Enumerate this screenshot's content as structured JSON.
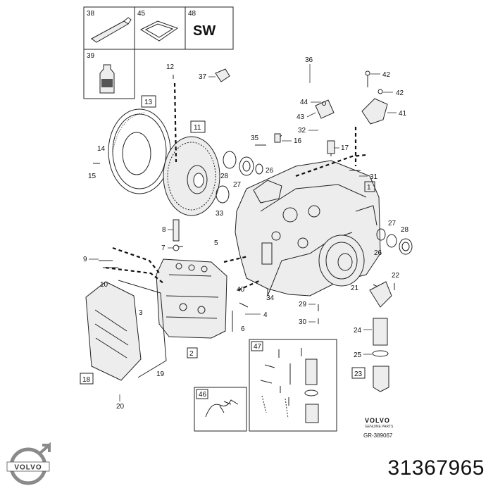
{
  "inset_boxes": {
    "top_left": [
      "38",
      "45",
      "48",
      "39"
    ],
    "sw_text": "SW",
    "box_47": "47",
    "box_46": "46"
  },
  "callouts": {
    "c1": "1",
    "c2": "2",
    "c3": "3",
    "c4": "4",
    "c5": "5",
    "c6": "6",
    "c7": "7",
    "c8": "8",
    "c9": "9",
    "c10": "10",
    "c11": "11",
    "c12": "12",
    "c13": "13",
    "c14": "14",
    "c15": "15",
    "c16": "16",
    "c17": "17",
    "c18": "18",
    "c19": "19",
    "c20": "20",
    "c21": "21",
    "c22": "22",
    "c23": "23",
    "c24": "24",
    "c25": "25",
    "c26a": "26",
    "c26b": "26",
    "c27a": "27",
    "c27b": "27",
    "c28a": "28",
    "c28b": "28",
    "c29": "29",
    "c30": "30",
    "c31": "31",
    "c32": "32",
    "c33": "33",
    "c34": "34",
    "c35": "35",
    "c36": "36",
    "c37": "37",
    "c40": "40",
    "c41": "41",
    "c42a": "42",
    "c42b": "42",
    "c43": "43",
    "c44": "44"
  },
  "brand": {
    "name": "VOLVO",
    "subtitle": "GENUINE PARTS",
    "reference": "GR-389067",
    "logo_text": "VOLVO"
  },
  "part_number": "31367965"
}
